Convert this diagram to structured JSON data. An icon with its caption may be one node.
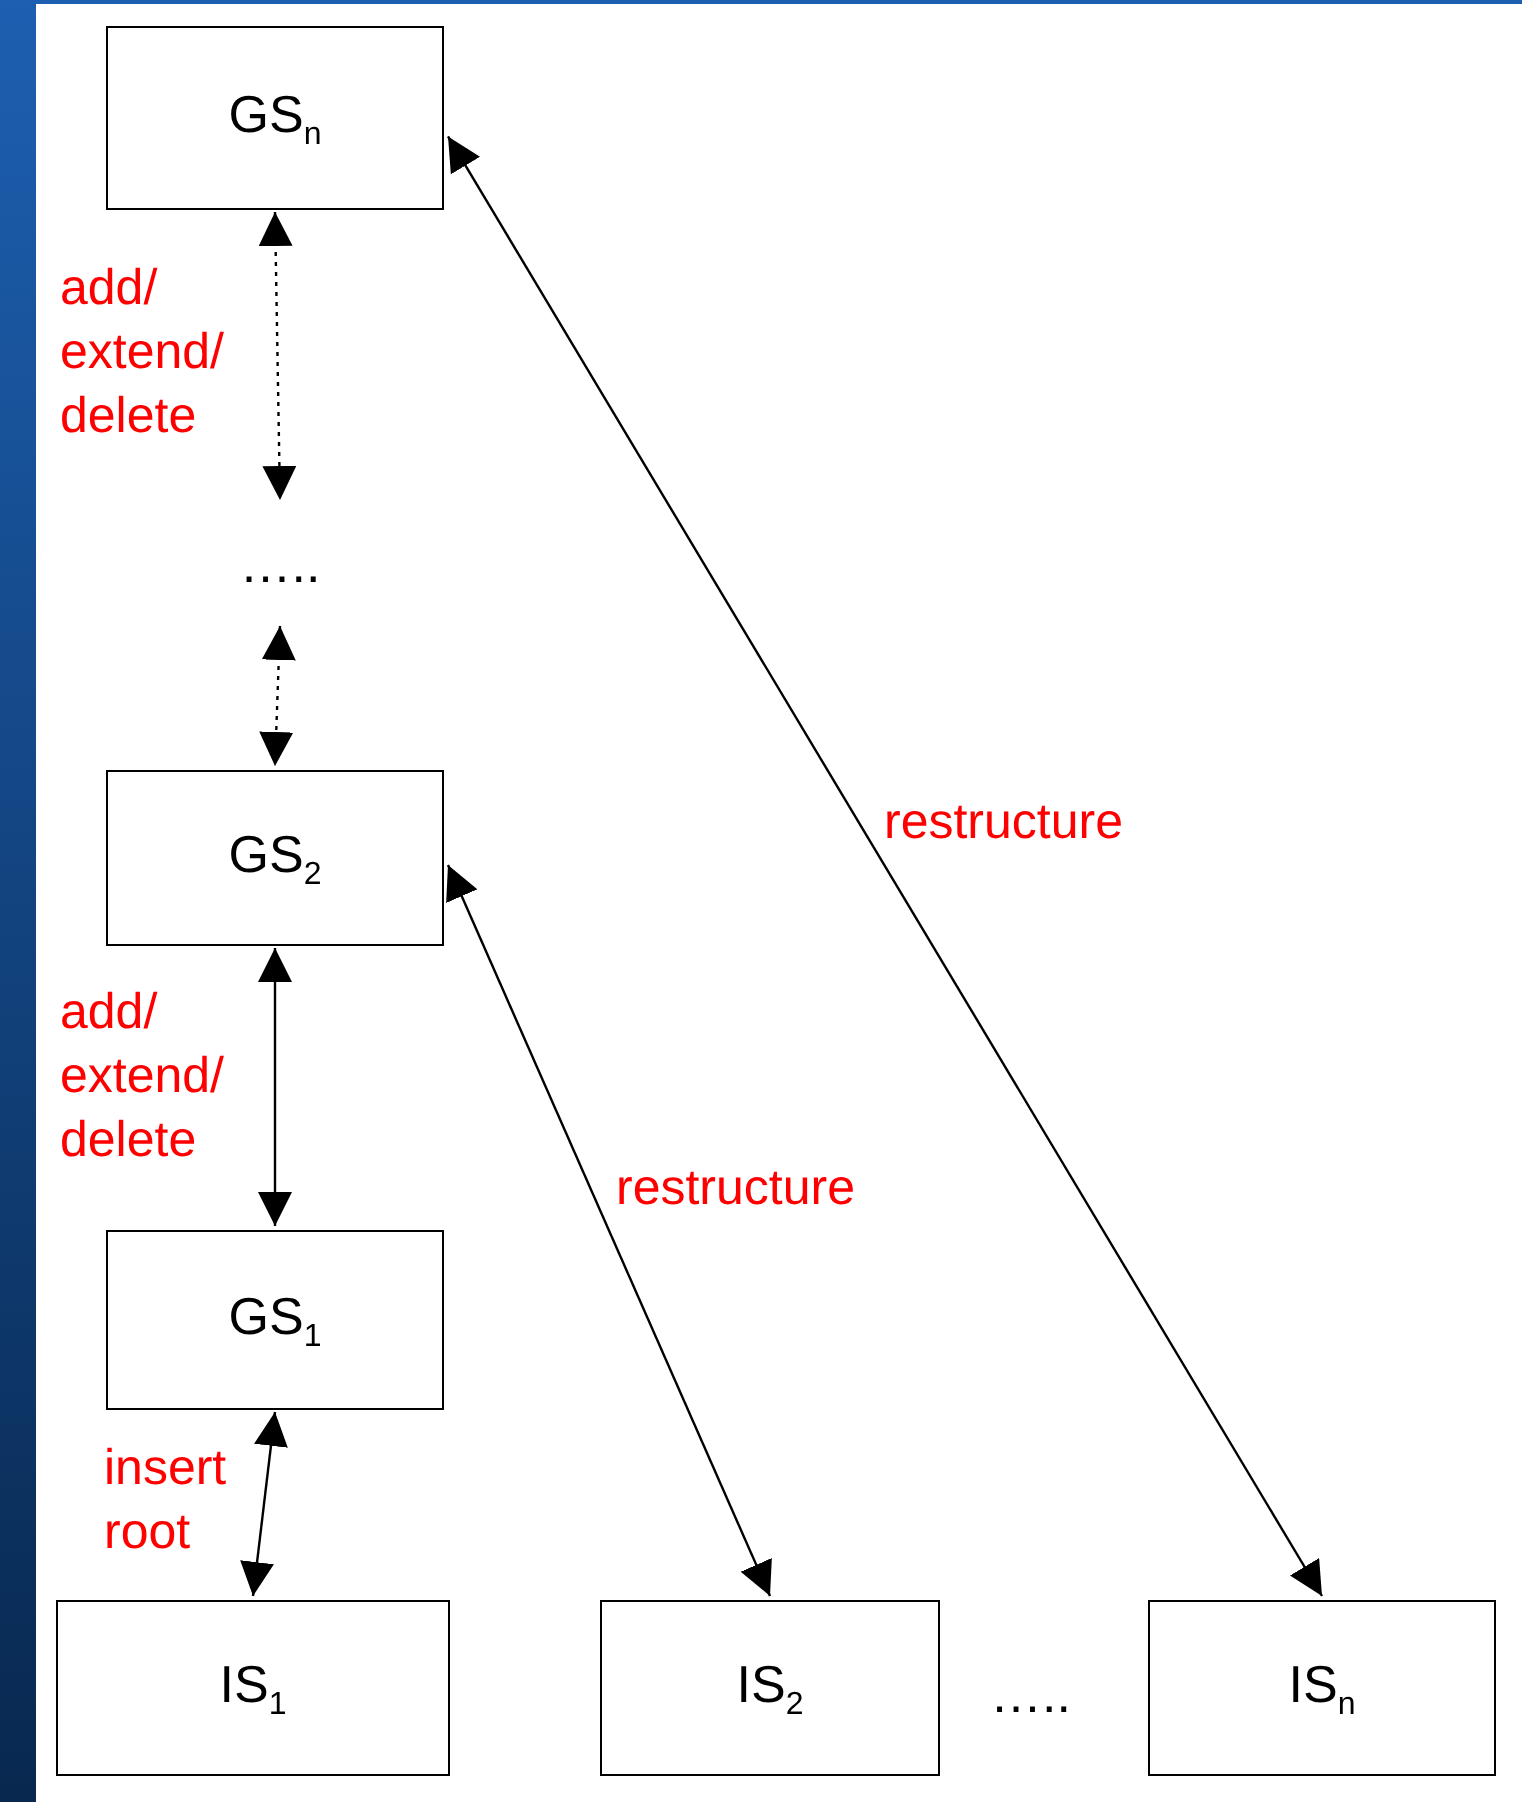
{
  "diagram": {
    "nodes": [
      {
        "text": [
          "GS$_{n}$"
        ]
      },
      {
        "text": [
          "….."
        ]
      },
      {
        "text": [
          "GS$_{2}$"
        ]
      },
      {
        "text": [
          "GS$_{1}$"
        ]
      },
      {
        "text": [
          "IS$_{1}$"
        ]
      },
      {
        "text": [
          "IS$_{2}$"
        ]
      },
      {
        "text": [
          "IS$_{n}$"
        ]
      }
    ],
    "edges": [
      {
        "from": 0,
        "to": 1,
        "arrow": "both",
        "style": "dashed",
        "label": "add/ extend/ delete"
      },
      {
        "from": 1,
        "to": 2,
        "arrow": "both",
        "style": "dashed"
      },
      {
        "from": 2,
        "to": 3,
        "arrow": "both",
        "label": "add/ extend/ delete"
      },
      {
        "from": 3,
        "to": 4,
        "arrow": "both",
        "label": "insert root"
      },
      {
        "from": 2,
        "to": 5,
        "arrow": "both",
        "label": "restructure"
      },
      {
        "from": 0,
        "to": 6,
        "arrow": "both",
        "label": "restructure"
      }
    ],
    "labels": [
      "….."
    ]
  }
}
